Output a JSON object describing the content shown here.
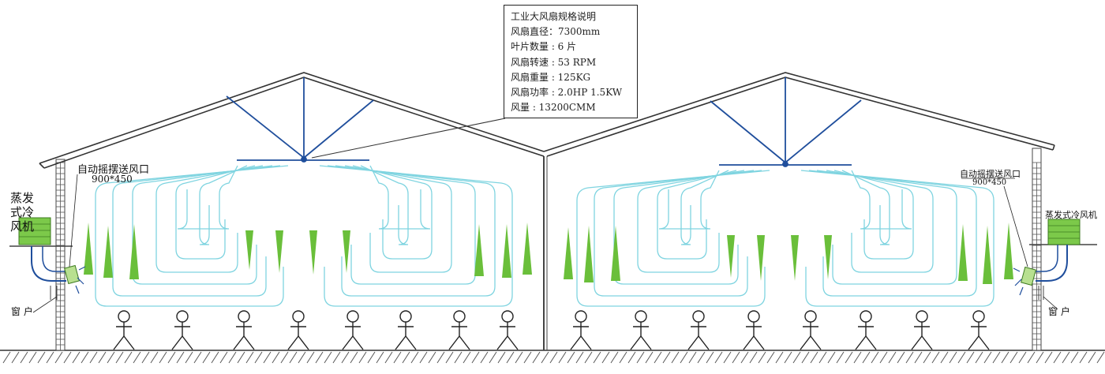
{
  "spec": {
    "title": "工业大风扇规格说明",
    "rows": [
      "风扇直径：7300mm",
      "叶片数量 : 6 片",
      "风扇转速 : 53 RPM",
      "风扇重量 : 125KG",
      "风扇功率 : 2.0HP 1.5KW",
      "风量      : 13200CMM"
    ]
  },
  "labels": {
    "left_outlet": "自动摇摆送风口",
    "left_outlet_size": "900*450",
    "left_cooler": "蒸发式冷风机",
    "left_window": "窗 户",
    "right_outlet": "自动摇摆送风口",
    "right_outlet_size": "900*450",
    "right_cooler": "蒸发式冷风机",
    "right_window": "窗 户"
  },
  "colors": {
    "roof": "#333333",
    "fan": "#1f4e9c",
    "airflow": "#7fd4e0",
    "jet": "#6abf3a",
    "cooler": "#7cc94a",
    "wall": "#555555"
  },
  "counts": {
    "people": 16,
    "fans": 2
  }
}
